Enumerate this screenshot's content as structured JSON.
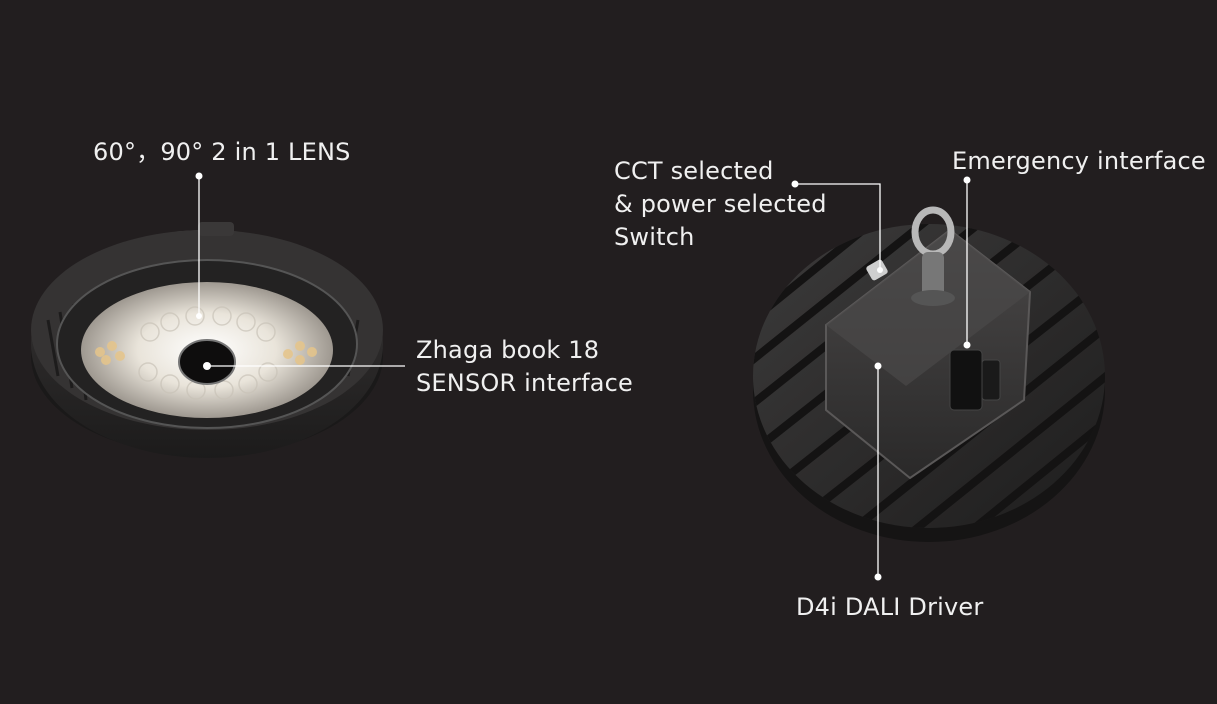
{
  "colors": {
    "background": "#221e1f",
    "callout_line": "#ffffff",
    "text": "#f0f0f0",
    "housing": "#2f2e2e",
    "lens_glow": "#e8e2d6"
  },
  "callouts": {
    "lens": {
      "text": "60°，90° 2 in 1 LENS"
    },
    "sensor": {
      "lines": [
        "Zhaga book 18",
        "SENSOR interface"
      ]
    },
    "switch": {
      "lines": [
        "CCT selected",
        "& power selected",
        "Switch"
      ]
    },
    "emergency": {
      "text": "Emergency interface"
    },
    "driver": {
      "text": "D4i DALI Driver"
    }
  }
}
